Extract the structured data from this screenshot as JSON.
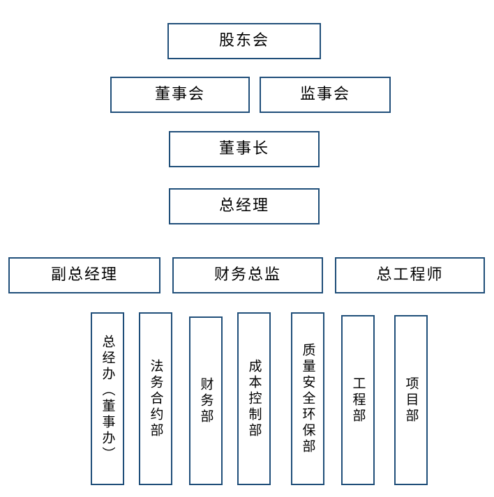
{
  "chart_title": "",
  "theme": {
    "border_color": "#1F4E79",
    "box_fill": "#FFFFFF",
    "text_color": "#000000",
    "canvas_background": "#FFFFFF"
  },
  "levels": [
    {
      "level": 1,
      "orientation": "horizontal",
      "nodes": [
        {
          "id": "shareholders-meeting",
          "label": "股东会"
        }
      ]
    },
    {
      "level": 2,
      "orientation": "horizontal",
      "nodes": [
        {
          "id": "board-of-directors",
          "label": "董事会"
        },
        {
          "id": "board-of-supervisors",
          "label": "监事会"
        }
      ]
    },
    {
      "level": 3,
      "orientation": "horizontal",
      "nodes": [
        {
          "id": "chairman",
          "label": "董事长"
        }
      ]
    },
    {
      "level": 4,
      "orientation": "horizontal",
      "nodes": [
        {
          "id": "general-manager",
          "label": "总经理"
        }
      ]
    },
    {
      "level": 5,
      "orientation": "horizontal",
      "nodes": [
        {
          "id": "deputy-general-manager",
          "label": "副总经理"
        },
        {
          "id": "chief-financial-officer",
          "label": "财务总监"
        },
        {
          "id": "chief-engineer",
          "label": "总工程师"
        }
      ]
    },
    {
      "level": 6,
      "orientation": "vertical",
      "nodes": [
        {
          "id": "gm-office",
          "label": "总经办（董事办）"
        },
        {
          "id": "legal-contract-dept",
          "label": "法务合约部"
        },
        {
          "id": "finance-dept",
          "label": "财务部"
        },
        {
          "id": "cost-control-dept",
          "label": "成本控制部"
        },
        {
          "id": "quality-safety-environment-dept",
          "label": "质量安全环保部"
        },
        {
          "id": "engineering-dept",
          "label": "工程部"
        },
        {
          "id": "project-dept",
          "label": "项目部"
        }
      ]
    }
  ],
  "boxes": {
    "shareholders_meeting": {
      "label": "股东会"
    },
    "board_of_directors": {
      "label": "董事会"
    },
    "board_of_supervisors": {
      "label": "监事会"
    },
    "chairman": {
      "label": "董事长"
    },
    "general_manager": {
      "label": "总经理"
    },
    "deputy_general_manager": {
      "label": "副总经理"
    },
    "chief_financial_officer": {
      "label": "财务总监"
    },
    "chief_engineer": {
      "label": "总工程师"
    },
    "gm_office": {
      "label": "总经办（董事办）"
    },
    "legal_contract_dept": {
      "label": "法务合约部"
    },
    "finance_dept": {
      "label": "财务部"
    },
    "cost_control_dept": {
      "label": "成本控制部"
    },
    "quality_safety_env_dept": {
      "label": "质量安全环保部"
    },
    "engineering_dept": {
      "label": "工程部"
    },
    "project_dept": {
      "label": "项目部"
    }
  }
}
